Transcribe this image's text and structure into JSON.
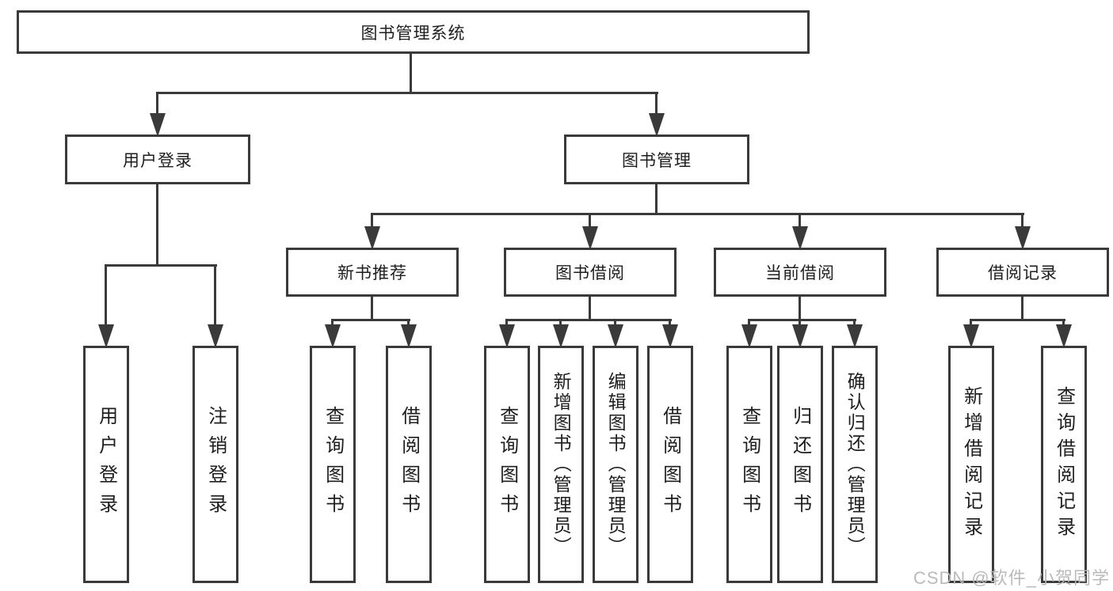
{
  "tree": {
    "root": {
      "label": "图书管理系统",
      "children": [
        {
          "label": "用户登录",
          "children": [
            {
              "label": "用户登录"
            },
            {
              "label": "注销登录"
            }
          ]
        },
        {
          "label": "图书管理",
          "children": [
            {
              "label": "新书推荐",
              "children": [
                {
                  "label": "查询图书"
                },
                {
                  "label": "借阅图书"
                }
              ]
            },
            {
              "label": "图书借阅",
              "children": [
                {
                  "label": "查询图书"
                },
                {
                  "label": "新增图书（管理员）"
                },
                {
                  "label": "编辑图书（管理员）"
                },
                {
                  "label": "借阅图书"
                }
              ]
            },
            {
              "label": "当前借阅",
              "children": [
                {
                  "label": "查询图书"
                },
                {
                  "label": "归还图书"
                },
                {
                  "label": "确认归还（管理员）"
                }
              ]
            },
            {
              "label": "借阅记录",
              "children": [
                {
                  "label": "新增借阅记录"
                },
                {
                  "label": "查询借阅记录"
                }
              ]
            }
          ]
        }
      ]
    }
  },
  "watermark": {
    "text": "CSDN @软件_小贺同学"
  },
  "colors": {
    "line": "#3a3a3a",
    "text": "#1e1e1e",
    "watermark": "#b7b7b7",
    "background": "#ffffff"
  }
}
